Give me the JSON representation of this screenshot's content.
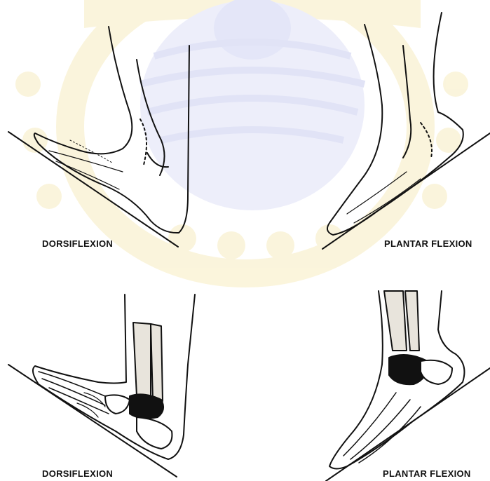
{
  "figure": {
    "panels": [
      {
        "id": "top-left",
        "caption": "DORSIFLEXION"
      },
      {
        "id": "top-right",
        "caption": "PLANTAR FLEXION"
      },
      {
        "id": "bottom-left",
        "caption": "DORSIFLEXION"
      },
      {
        "id": "bottom-right",
        "caption": "PLANTAR FLEXION"
      }
    ]
  },
  "colors": {
    "ink": "#111111",
    "bone_fill": "#e8e4dc",
    "watermark_blue": "#c9cdf0",
    "watermark_gold": "#f7ecc0"
  }
}
